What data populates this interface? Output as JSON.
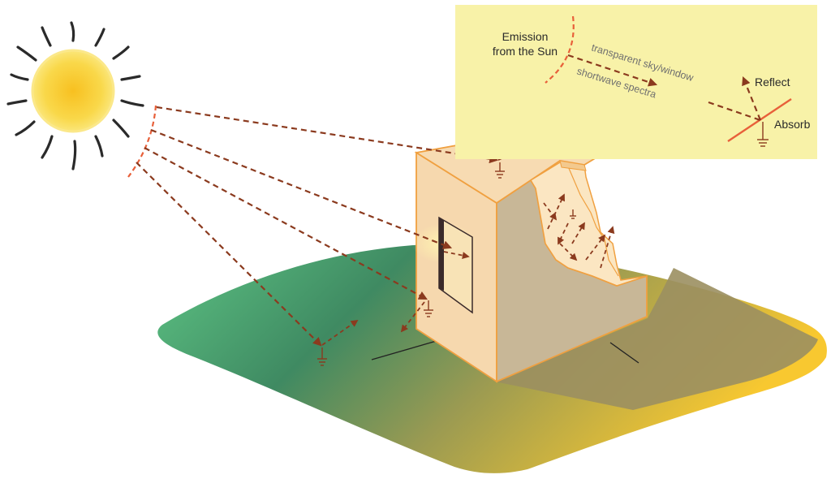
{
  "legend": {
    "emission_line1": "Emission",
    "emission_line2": "from the Sun",
    "transparent": "transparent sky/window",
    "shortwave": "shortwave spectra",
    "reflect": "Reflect",
    "absorb": "Absorb"
  },
  "colors": {
    "legend_bg": "#f8f2a8",
    "ray": "#8b3a1e",
    "sun_arc": "#e8603a",
    "sun_core": "#f7c628",
    "building_wall": "#f5d7ae",
    "building_shadow": "#c6b595",
    "building_outline": "#f0a040",
    "ground_green": "#5cc080",
    "ground_yellow": "#f5c43a"
  },
  "icons": [
    "sun-icon",
    "ground-absorb-icon",
    "arrowhead-icon"
  ]
}
